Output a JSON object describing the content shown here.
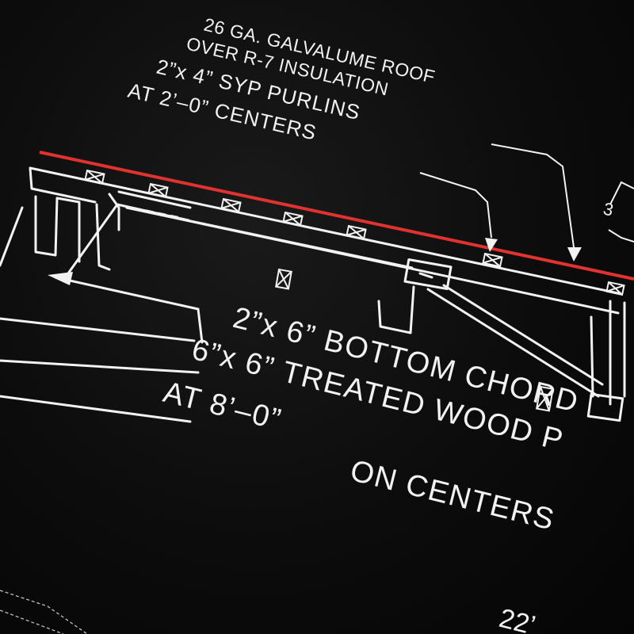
{
  "print": {
    "ink_color": "#f2f2f2",
    "accent_color": "#e0322f",
    "fabric_color": "#0c0c0c",
    "labels": {
      "roof_line1": "26 GA. GALVALUME ROOF",
      "roof_line2": "OVER R-7 INSULATION",
      "purlin_line1": "2”x 4” SYP PURLINS",
      "purlin_line2": "AT 2’–0” CENTERS",
      "side_mark": "3",
      "chord_label": "2”x 6” BOTTOM CHORD",
      "post_line1": "6”x 6” TREATED WOOD P",
      "post_line2": "AT 8’–0”",
      "post_line3": "ON CENTERS",
      "bottom_partial": "22’"
    }
  }
}
